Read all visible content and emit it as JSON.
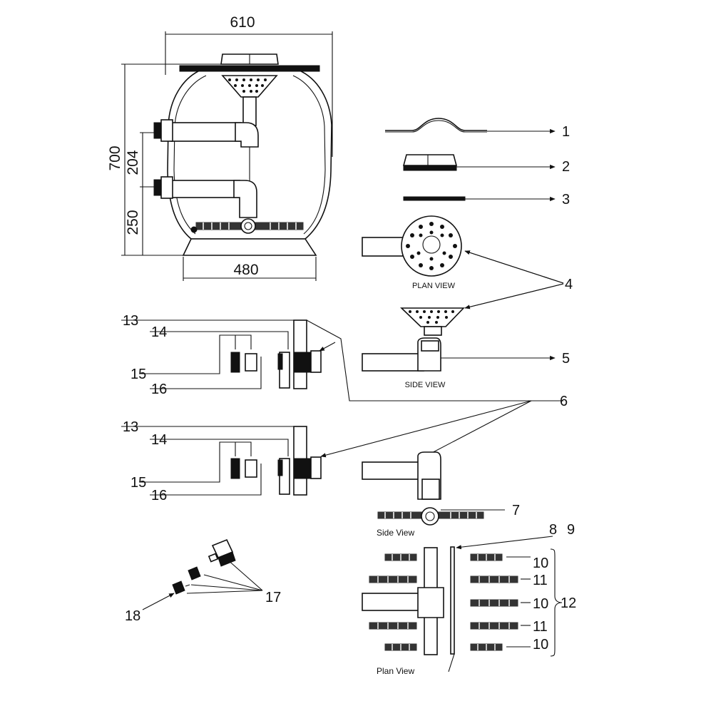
{
  "dimensions": {
    "top_width": "610",
    "bottom_width": "480",
    "total_height": "700",
    "upper_port_gap": "204",
    "lower_port_height": "250"
  },
  "captions": {
    "plan_view_top": "PLAN VIEW",
    "side_view_top": "SIDE VIEW",
    "side_view": "Side View",
    "plan_view": "Plan View"
  },
  "part_numbers": {
    "p1": "1",
    "p2": "2",
    "p3": "3",
    "p4": "4",
    "p5": "5",
    "p6": "6",
    "p7": "7",
    "p8": "8",
    "p9": "9",
    "p10a": "10",
    "p10b": "10",
    "p10c": "10",
    "p11a": "11",
    "p11b": "11",
    "p12": "12",
    "p13a": "13",
    "p14a": "14",
    "p15a": "15",
    "p16a": "16",
    "p13b": "13",
    "p14b": "14",
    "p15b": "15",
    "p16b": "16",
    "p17": "17",
    "p18": "18"
  }
}
